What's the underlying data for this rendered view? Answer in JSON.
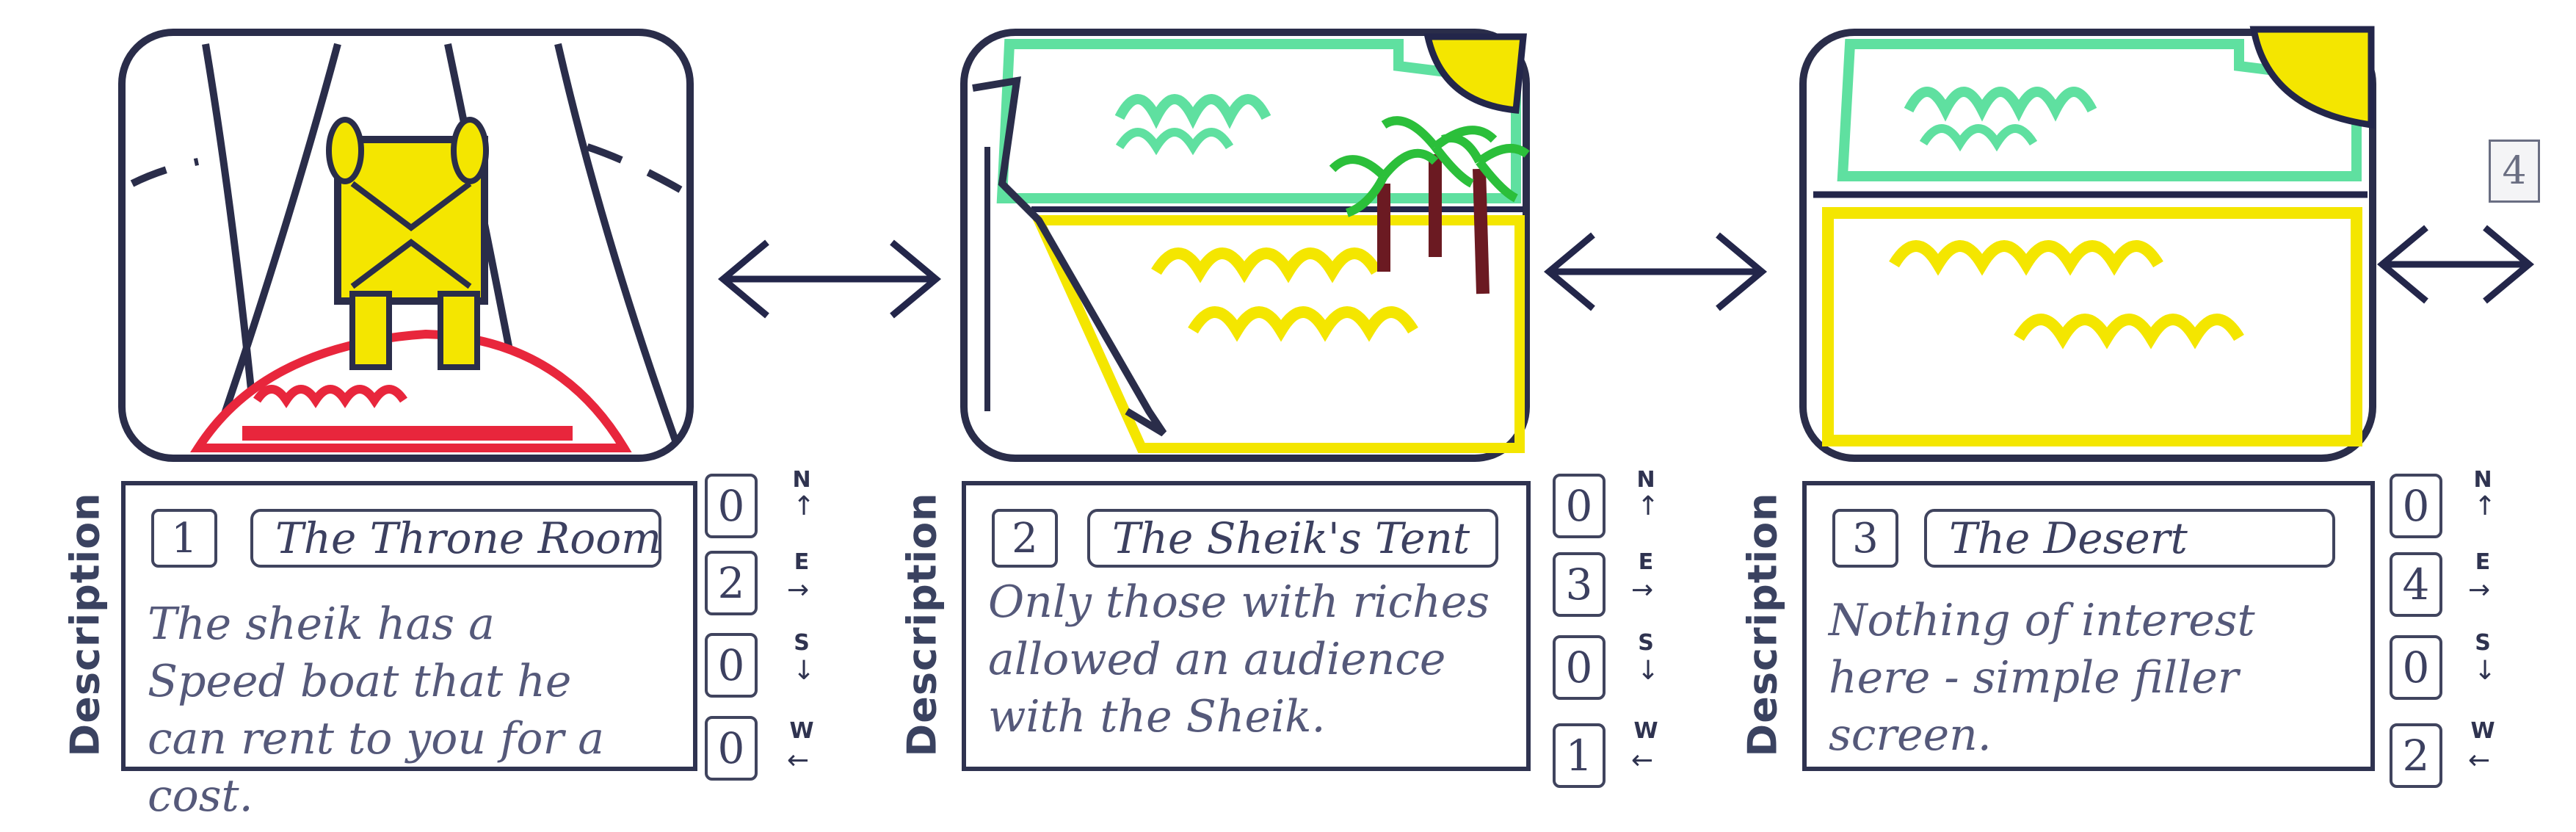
{
  "page_number": "4",
  "directions": [
    "N",
    "E",
    "S",
    "W"
  ],
  "description_label": "Description",
  "rooms": [
    {
      "number": "1",
      "title": "The Throne Room",
      "description": "The sheik has a\nSpeed boat that he\ncan rent to you for a cost.",
      "exits": {
        "N": "0",
        "E": "2",
        "S": "0",
        "W": "0"
      },
      "scene": "throne-room"
    },
    {
      "number": "2",
      "title": "The Sheik's Tent",
      "description": "Only those with riches\nallowed an audience\nwith the Sheik.",
      "exits": {
        "N": "0",
        "E": "3",
        "S": "0",
        "W": "1"
      },
      "scene": "oasis-beach"
    },
    {
      "number": "3",
      "title": "The Desert",
      "description": "Nothing of interest\nhere - simple filler\nscreen.",
      "exits": {
        "N": "0",
        "E": "4",
        "S": "0",
        "W": "2"
      },
      "scene": "desert"
    }
  ],
  "colors": {
    "ink": "#2f3350",
    "sand_yellow": "#f4e600",
    "sky_green": "#5fe0a0",
    "carpet_red": "#e8263c",
    "palm_green": "#2bbf3a",
    "trunk": "#6b1a22"
  }
}
